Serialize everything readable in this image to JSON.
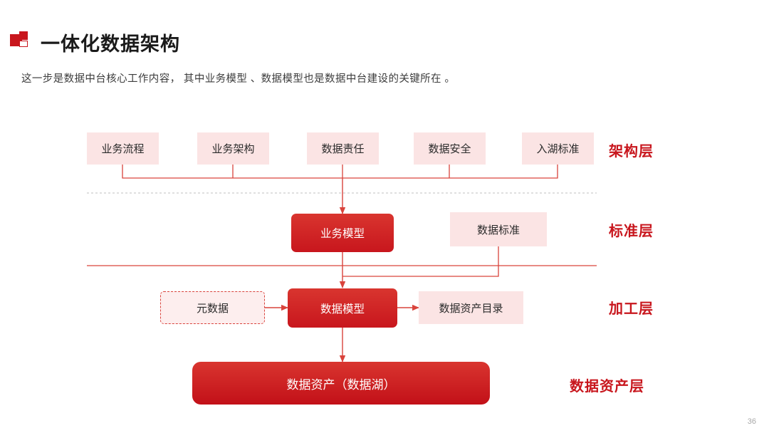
{
  "header": {
    "title": "一体化数据架构",
    "subtitle": "这一步是数据中台核心工作内容， 其中业务模型 、数据模型也是数据中台建设的关键所在 。",
    "mark_icon": "red-squares-logo-icon"
  },
  "page_number": "36",
  "colors": {
    "accent": "#c8161d",
    "node_light_bg": "#fbe4e4",
    "node_solid_bg": "#d0212a",
    "text_dark": "#2b2b2b",
    "divider": "#cccccc"
  },
  "diagram": {
    "type": "layered-architecture",
    "layers": [
      {
        "id": "architecture",
        "label": "架构层",
        "nodes": [
          {
            "id": "business-process",
            "label": "业务流程",
            "style": "light"
          },
          {
            "id": "business-architecture",
            "label": "业务架构",
            "style": "light"
          },
          {
            "id": "data-responsibility",
            "label": "数据责任",
            "style": "light"
          },
          {
            "id": "data-security",
            "label": "数据安全",
            "style": "light"
          },
          {
            "id": "lake-ingest-standard",
            "label": "入湖标准",
            "style": "light"
          }
        ]
      },
      {
        "id": "standard",
        "label": "标准层",
        "nodes": [
          {
            "id": "business-model",
            "label": "业务模型",
            "style": "solid"
          },
          {
            "id": "data-standard",
            "label": "数据标准",
            "style": "light"
          }
        ]
      },
      {
        "id": "processing",
        "label": "加工层",
        "nodes": [
          {
            "id": "metadata",
            "label": "元数据",
            "style": "dashed"
          },
          {
            "id": "data-model",
            "label": "数据模型",
            "style": "solid"
          },
          {
            "id": "data-asset-catalog",
            "label": "数据资产目录",
            "style": "light"
          }
        ]
      },
      {
        "id": "data-asset",
        "label": "数据资产层",
        "nodes": [
          {
            "id": "data-asset-lake",
            "label": "数据资产（数据湖）",
            "style": "big"
          }
        ]
      }
    ]
  }
}
